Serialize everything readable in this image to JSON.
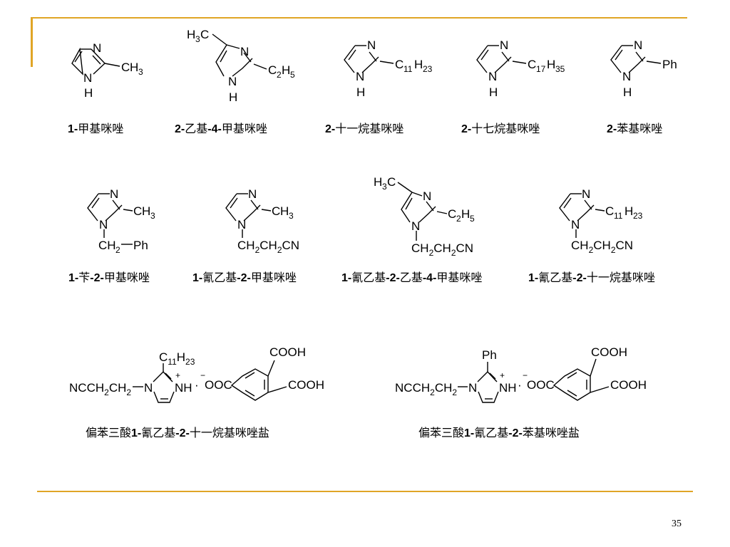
{
  "slide": {
    "page_number": "35",
    "accent_color": "#e0a526"
  },
  "compounds": {
    "c1": {
      "name_num": "1-",
      "name_text": "甲基咪唑"
    },
    "c2": {
      "name_num1": "2-",
      "name_text1": "乙基",
      "name_num2": "-4-",
      "name_text2": "甲基咪唑"
    },
    "c3": {
      "name_num": "2-",
      "name_text": "十一烷基咪唑"
    },
    "c4": {
      "name_num": "2-",
      "name_text": "十七烷基咪唑"
    },
    "c5": {
      "name_num": "2-",
      "name_text": "苯基咪唑"
    },
    "c6": {
      "name_num1": "1-",
      "name_text1": "苄",
      "name_num2": "-2-",
      "name_text2": "甲基咪唑"
    },
    "c7": {
      "name_num1": "1-",
      "name_text1": "氰乙基",
      "name_num2": "-2-",
      "name_text2": "甲基咪唑"
    },
    "c8": {
      "name_num1": "1-",
      "name_text1": "氰乙基",
      "name_num2": "-2-",
      "name_text2": "乙基",
      "name_num3": "-4-",
      "name_text3": "甲基咪唑"
    },
    "c9": {
      "name_num1": "1-",
      "name_text1": "氰乙基",
      "name_num2": "-2-",
      "name_text2": "十一烷基咪唑"
    },
    "c10": {
      "name_pre": "偏苯三酸",
      "name_num1": "1-",
      "name_text1": "氰乙基",
      "name_num2": "-2-",
      "name_text2": "十一烷基咪唑盐"
    },
    "c11": {
      "name_pre": "偏苯三酸",
      "name_num1": "1-",
      "name_text1": "氰乙基",
      "name_num2": "-2-",
      "name_text2": "苯基咪唑盐"
    }
  },
  "atoms": {
    "N": "N",
    "H": "H",
    "C": "C",
    "Ph": "Ph",
    "CN": "CN",
    "NC": "NC",
    "CH": "CH",
    "COOH": "COOH",
    "OOC": "OOC",
    "n2": "2",
    "n3": "3",
    "n5": "5",
    "n11": "11",
    "n17": "17",
    "n23": "23",
    "n35": "35",
    "plus": "+",
    "minus": "−",
    "dot": "·"
  }
}
